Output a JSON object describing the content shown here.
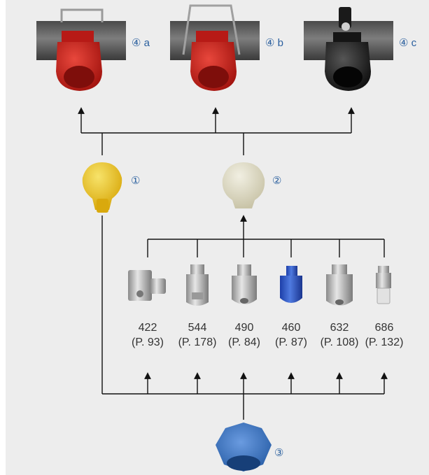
{
  "connectors": [
    {
      "id": "4a",
      "label": "④ a",
      "color": "#c8201e",
      "kind": "pipe-clamp"
    },
    {
      "id": "4b",
      "label": "④ b",
      "color": "#c8201e",
      "kind": "pipe-clamp"
    },
    {
      "id": "4c",
      "label": "④ c",
      "color": "#1c1c1c",
      "kind": "pipe-clamp"
    }
  ],
  "adapters": [
    {
      "id": "1",
      "label": "①",
      "color": "#e8c21a"
    },
    {
      "id": "2",
      "label": "②",
      "color": "#dcd8c4"
    }
  ],
  "nut": {
    "id": "3",
    "label": "③",
    "color": "#2e6eb8"
  },
  "nozzles": [
    {
      "number": "422",
      "page": "(P. 93)",
      "color": "#b9b9b9"
    },
    {
      "number": "544",
      "page": "(P. 178)",
      "color": "#c4c4c4"
    },
    {
      "number": "490",
      "page": "(P. 84)",
      "color": "#b7b7b7"
    },
    {
      "number": "460",
      "page": "(P. 87)",
      "color": "#2f56c4"
    },
    {
      "number": "632",
      "page": "(P. 108)",
      "color": "#bcbcbc"
    },
    {
      "number": "686",
      "page": "(P. 132)",
      "color": "#c6c6c6"
    }
  ]
}
